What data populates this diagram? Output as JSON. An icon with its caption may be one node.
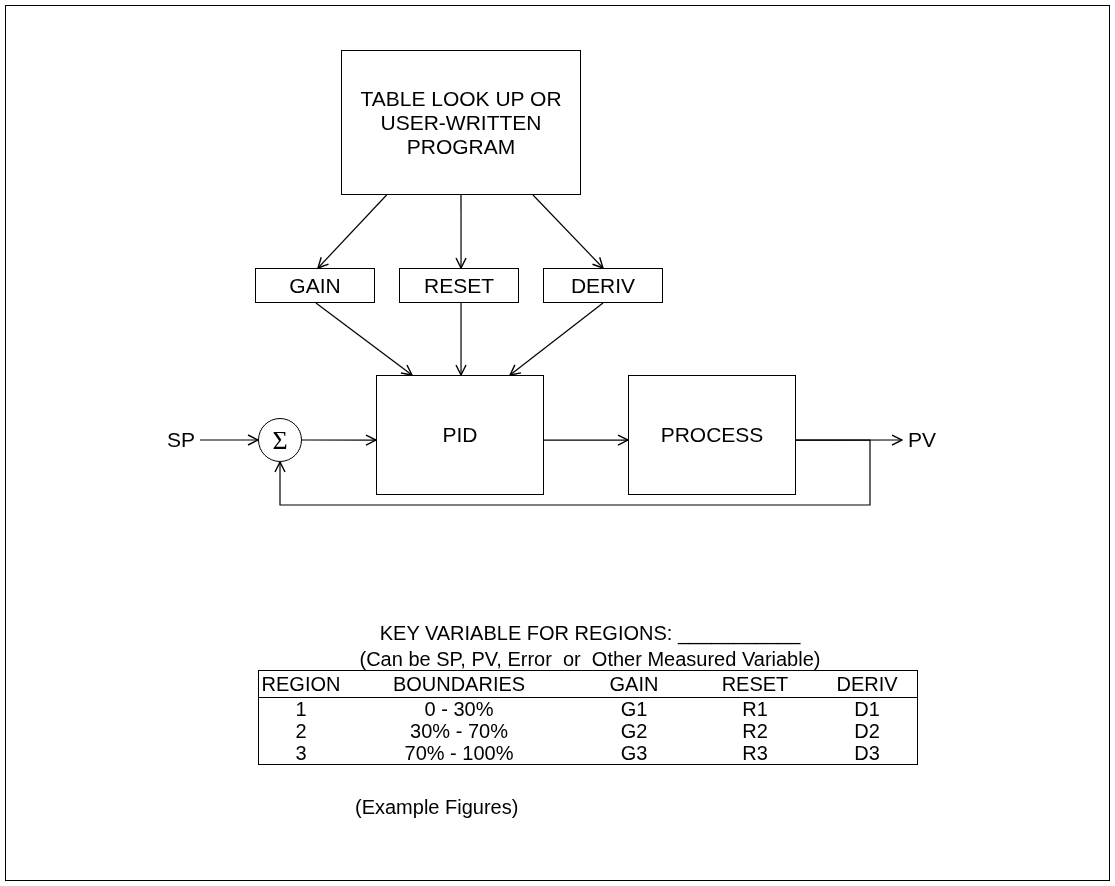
{
  "diagram": {
    "nodes": [
      {
        "text": [
          "TABLE LOOK UP OR USER-WRITTEN PROGRAM"
        ]
      },
      {
        "text": [
          "GAIN"
        ]
      },
      {
        "text": [
          "RESET"
        ]
      },
      {
        "text": [
          "DERIV"
        ]
      },
      {
        "text": [
          "SP"
        ]
      },
      {
        "text": [
          "Σ"
        ]
      },
      {
        "text": [
          "PID"
        ]
      },
      {
        "text": [
          "PROCESS"
        ]
      },
      {
        "text": [
          "PV"
        ]
      }
    ],
    "edges": [
      {
        "from": 0,
        "to": 1,
        "arrow": "to"
      },
      {
        "from": 0,
        "to": 2,
        "arrow": "to"
      },
      {
        "from": 0,
        "to": 3,
        "arrow": "to"
      },
      {
        "from": 1,
        "to": 6,
        "arrow": "to"
      },
      {
        "from": 2,
        "to": 6,
        "arrow": "to"
      },
      {
        "from": 3,
        "to": 6,
        "arrow": "to"
      },
      {
        "from": 4,
        "to": 5,
        "arrow": "to"
      },
      {
        "from": 5,
        "to": 6,
        "arrow": "to"
      },
      {
        "from": 6,
        "to": 7,
        "arrow": "to"
      },
      {
        "from": 7,
        "to": 8,
        "arrow": "to"
      },
      {
        "from": 7,
        "to": 5,
        "arrow": "to"
      }
    ],
    "labels": [
      "KEY VARIABLE FOR REGIONS: ___________",
      "(Can be SP, PV, Error  or  Other Measured Variable)",
      "REGION",
      "BOUNDARIES",
      "GAIN",
      "RESET",
      "DERIV",
      "1",
      "0 - 30%",
      "G1",
      "R1",
      "D1",
      "2",
      "30% - 70%",
      "G2",
      "R2",
      "D2",
      "3",
      "70% - 100%",
      "G3",
      "R3",
      "D3",
      "(Example Figures)"
    ]
  }
}
